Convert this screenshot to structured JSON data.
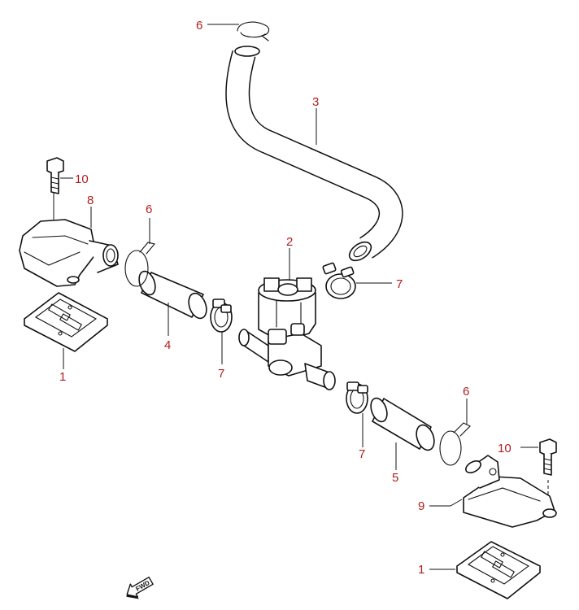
{
  "diagram": {
    "colors": {
      "callout": "#b01e1e",
      "line": "#111111",
      "background": "#ffffff"
    },
    "callouts": {
      "reed_valve_left": "1",
      "reed_valve_right": "1",
      "air_valve": "2",
      "hose_main": "3",
      "hose_left": "4",
      "hose_right": "5",
      "wire_clip_top": "6",
      "wire_clip_left": "6",
      "wire_clip_right": "6",
      "clamp_upper": "7",
      "clamp_left": "7",
      "clamp_right": "7",
      "cover_left": "8",
      "cover_right": "9",
      "bolt_left": "10",
      "bolt_right": "10"
    },
    "direction_marker": "FWD"
  }
}
